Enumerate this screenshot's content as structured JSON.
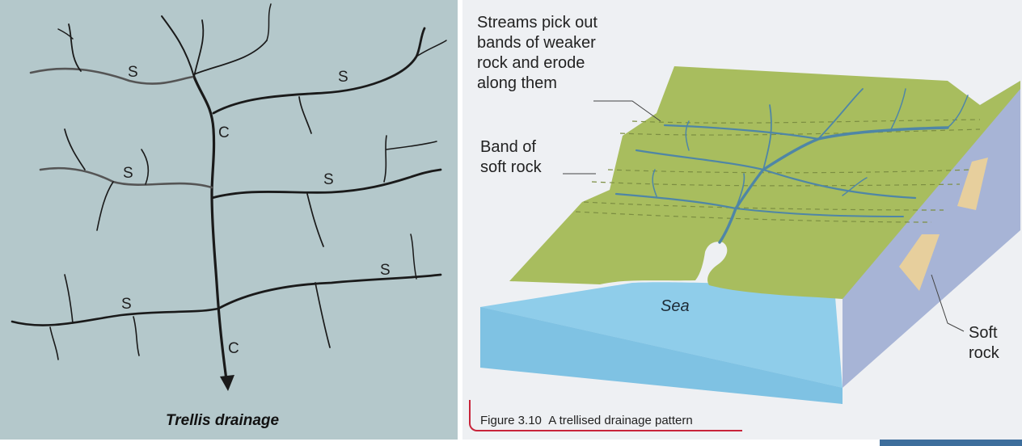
{
  "left_panel": {
    "subsequent_label": "S",
    "consequent_label": "C",
    "caption": "Trellis drainage"
  },
  "right_panel": {
    "callout_streams": [
      "Streams pick out",
      "bands of weaker",
      "rock and erode",
      "along them"
    ],
    "callout_band": [
      "Band of",
      "soft rock"
    ],
    "callout_soft": [
      "Soft",
      "rock"
    ],
    "sea_label": "Sea",
    "figure_number": "Figure 3.10",
    "figure_title": "A trellised drainage pattern"
  },
  "colors": {
    "left_background": "#b4c8cb",
    "land": "#a8bd5e",
    "river": "#4f86a6",
    "sea": "#7fc2e3",
    "cliff_rock": "#a7b4d6",
    "soft_rock": "#e7cf9d",
    "caption_rule": "#c8243a"
  }
}
